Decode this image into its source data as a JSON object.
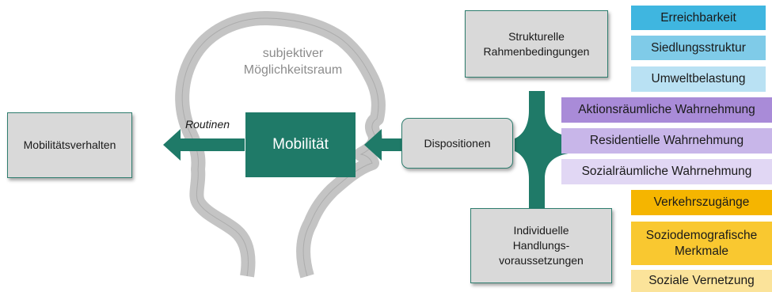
{
  "head_label": "subjektiver\nMöglichkeitsraum",
  "mobilitaet": "Mobilität",
  "routinen": "Routinen",
  "mobilitaetsverhalten": "Mobilitätsverhalten",
  "dispositionen": "Dispositionen",
  "strukturelle": "Strukturelle\nRahmenbedingungen",
  "individuelle": "Individuelle\nHandlungs-\nvoraussetzungen",
  "blue_items": [
    "Erreichbarkeit",
    "Siedlungsstruktur",
    "Umweltbelastung"
  ],
  "purple_items": [
    "Aktionsräumliche Wahrnehmung",
    "Residentielle Wahrnehmung",
    "Sozialräumliche Wahrnehmung"
  ],
  "yellow_items": [
    "Verkehrszugänge",
    "Soziodemografische\nMerkmale",
    "Soziale Vernetzung"
  ],
  "colors": {
    "teal": "#1f7a68",
    "blue": [
      "#3fb6e0",
      "#7fcbe8",
      "#b9e1f3"
    ],
    "purple": [
      "#a98bd8",
      "#c8b6e9",
      "#e1d7f4"
    ],
    "yellow": [
      "#f5b500",
      "#f9c830",
      "#fbe39a"
    ]
  }
}
